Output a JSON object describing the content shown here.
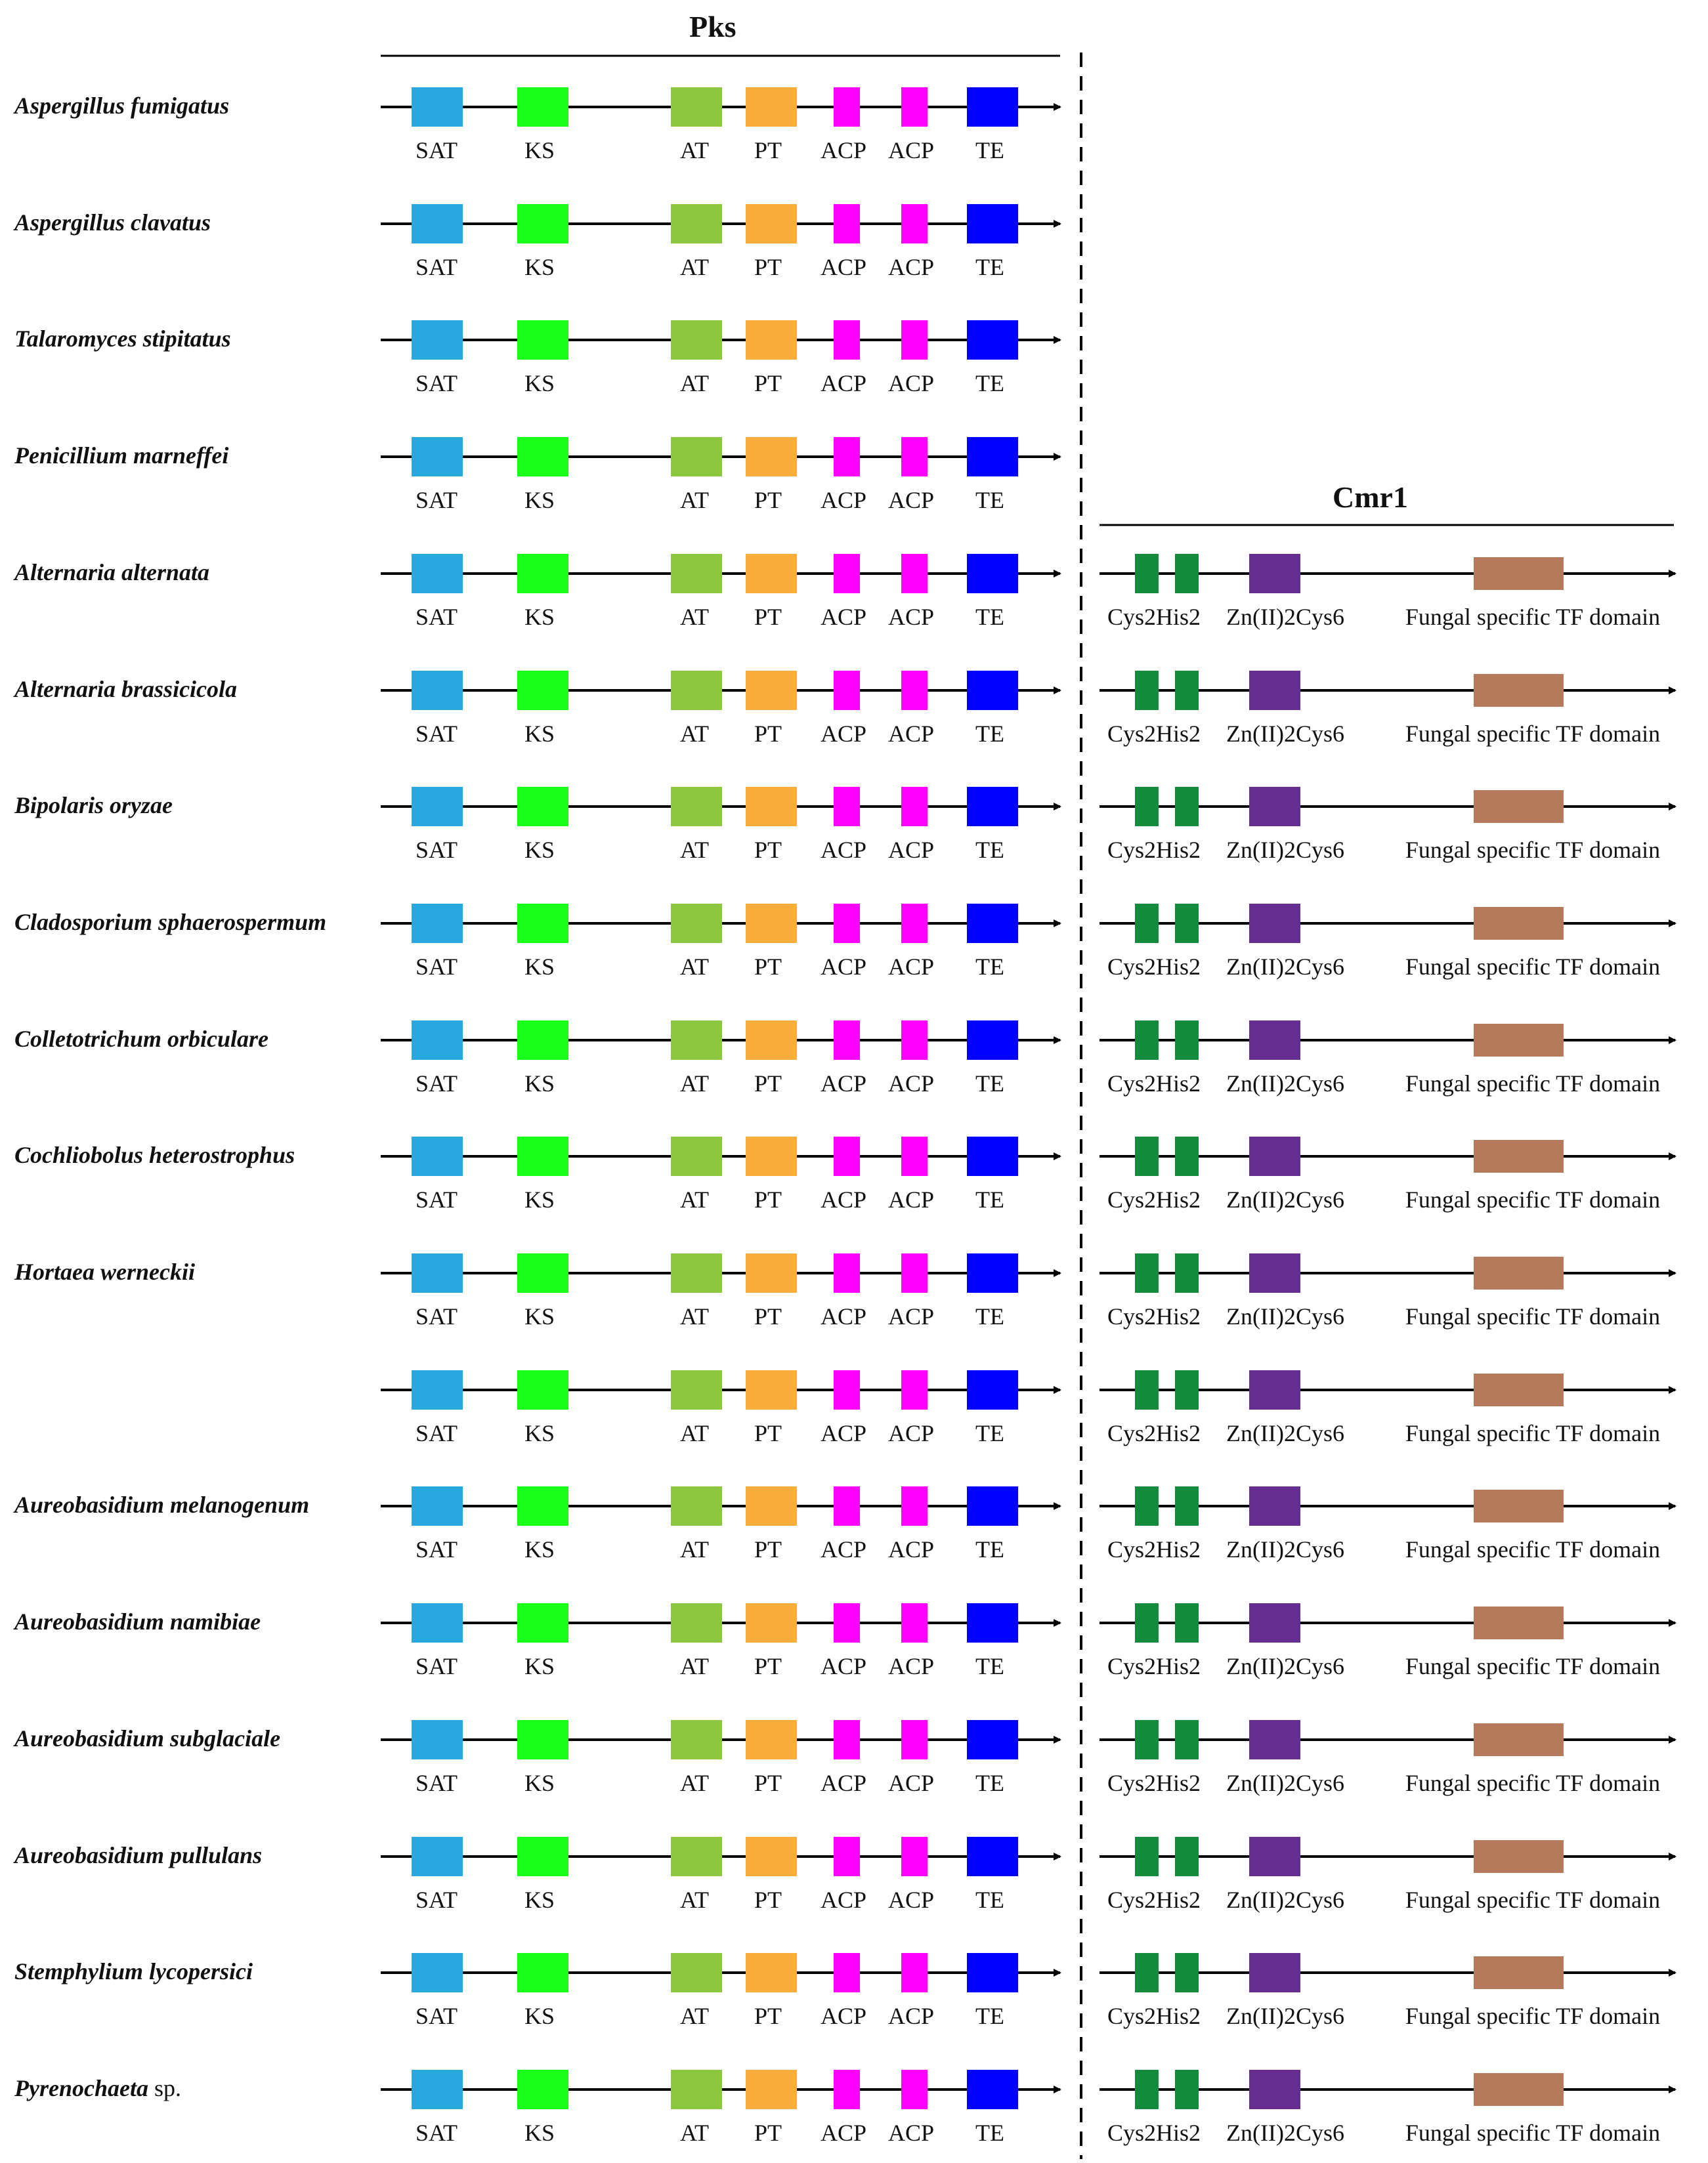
{
  "headers": {
    "pks": "Pks",
    "cmr1": "Cmr1"
  },
  "domain_colors": {
    "SAT": "#29a8e0",
    "KS": "#1aff1a",
    "AT": "#8dc63f",
    "PT": "#f9ad3c",
    "ACP": "#ff00ff",
    "TE": "#0000ff",
    "Cys2His2": "#138a3c",
    "Zn(II)2Cys6": "#662d91",
    "Fungal specific TF domain": "#b5795b"
  },
  "pks_domains": [
    "SAT",
    "KS",
    "AT",
    "PT",
    "ACP",
    "ACP",
    "TE"
  ],
  "cmr1_domains": [
    "Cys2His2",
    "Zn(II)2Cys6",
    "Fungal specific TF domain"
  ],
  "rows": [
    {
      "species": "Aspergillus fumigatus",
      "qualifier": "",
      "has_cmr1": false
    },
    {
      "species": "Aspergillus clavatus",
      "qualifier": "",
      "has_cmr1": false
    },
    {
      "species": "Talaromyces stipitatus",
      "qualifier": "",
      "has_cmr1": false
    },
    {
      "species": "Penicillium marneffei",
      "qualifier": "",
      "has_cmr1": false
    },
    {
      "species": "Alternaria alternata",
      "qualifier": "",
      "has_cmr1": true
    },
    {
      "species": "Alternaria brassicicola",
      "qualifier": "",
      "has_cmr1": true
    },
    {
      "species": "Bipolaris oryzae",
      "qualifier": "",
      "has_cmr1": true
    },
    {
      "species": "Cladosporium sphaerospermum",
      "qualifier": "",
      "has_cmr1": true
    },
    {
      "species": "Colletotrichum orbiculare",
      "qualifier": "",
      "has_cmr1": true
    },
    {
      "species": "Cochliobolus heterostrophus",
      "qualifier": "",
      "has_cmr1": true
    },
    {
      "species": "Hortaea werneckii",
      "qualifier": "",
      "has_cmr1": true
    },
    {
      "species": "",
      "qualifier": "",
      "has_cmr1": true
    },
    {
      "species": "Aureobasidium melanogenum",
      "qualifier": "",
      "has_cmr1": true
    },
    {
      "species": "Aureobasidium namibiae",
      "qualifier": "",
      "has_cmr1": true
    },
    {
      "species": "Aureobasidium subglaciale",
      "qualifier": "",
      "has_cmr1": true
    },
    {
      "species": "Aureobasidium pullulans",
      "qualifier": "",
      "has_cmr1": true
    },
    {
      "species": "Stemphylium lycopersici",
      "qualifier": "",
      "has_cmr1": true
    },
    {
      "species": "Pyrenochaeta",
      "qualifier": " sp.",
      "has_cmr1": true
    }
  ]
}
